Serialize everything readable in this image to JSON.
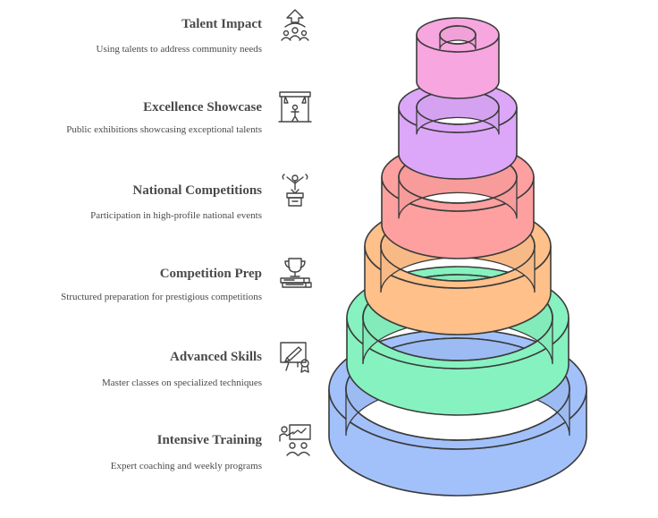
{
  "steps": [
    {
      "title": "Talent Impact",
      "description": "Using talents to address community needs",
      "icon": "community-impact-icon",
      "color": "#f7a6df"
    },
    {
      "title": "Excellence Showcase",
      "description": "Public exhibitions showcasing exceptional talents",
      "icon": "stage-spotlight-icon",
      "color": "#dca7f8"
    },
    {
      "title": "National Competitions",
      "description": "Participation in high-profile national events",
      "icon": "podium-champion-icon",
      "color": "#ffa0a0"
    },
    {
      "title": "Competition Prep",
      "description": "Structured preparation for prestigious competitions",
      "icon": "trophy-books-icon",
      "color": "#ffc08a"
    },
    {
      "title": "Advanced Skills",
      "description": "Master classes on specialized techniques",
      "icon": "easel-certificate-icon",
      "color": "#86f2bf"
    },
    {
      "title": "Intensive Training",
      "description": "Expert coaching and weekly programs",
      "icon": "coaching-presentation-icon",
      "color": "#a2c1fb"
    }
  ]
}
